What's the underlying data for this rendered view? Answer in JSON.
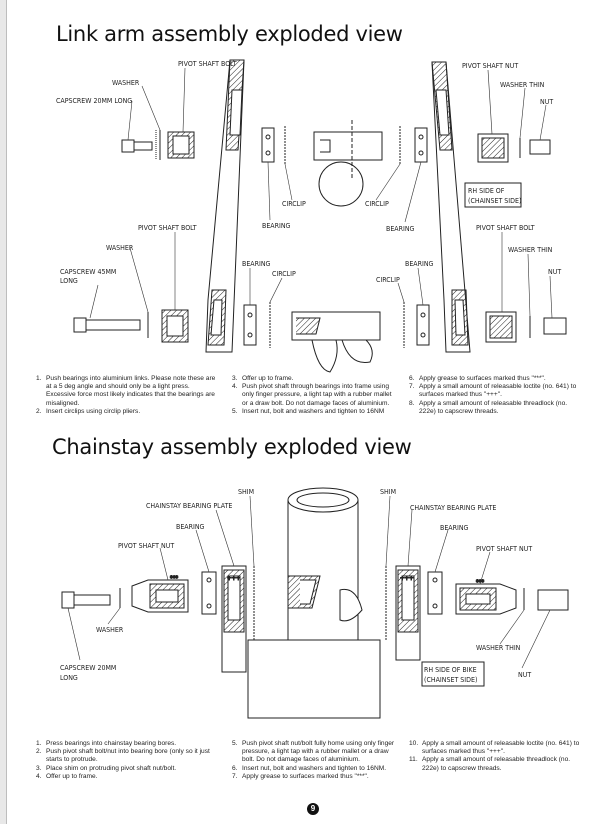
{
  "section1": {
    "title": "Link arm assembly exploded view",
    "labels": {
      "pivot_shaft_bolt_top": "PIVOT SHAFT BOLT",
      "washer_top": "WASHER",
      "capscrew_top": "CAPSCREW 20MM LONG",
      "pivot_shaft_nut_top": "PIVOT SHAFT NUT",
      "washer_thin_top": "WASHER THIN",
      "nut_top": "NUT",
      "circlip_top_left": "CIRCLIP",
      "circlip_top_right": "CIRCLIP",
      "bearing_top_left": "BEARING",
      "bearing_top_right": "BEARING",
      "rh_side_line1": "RH SIDE OF",
      "rh_side_line2": "(CHAINSET SIDE)",
      "pivot_shaft_bolt_bottom": "PIVOT SHAFT BOLT",
      "washer_bottom": "WASHER",
      "capscrew_bottom_line1": "CAPSCREW 45MM",
      "capscrew_bottom_line2": "LONG",
      "bearing_bottom_left": "BEARING",
      "circlip_bottom_left": "CIRCLIP",
      "bearing_bottom_right": "BEARING",
      "circlip_bottom_right": "CIRCLIP",
      "pivot_shaft_bolt_bottom_right": "PIVOT SHAFT BOLT",
      "washer_thin_bottom": "WASHER THIN",
      "nut_bottom": "NUT"
    },
    "notes_col1": [
      {
        "num": "1.",
        "text": "Push bearings into aluminium links. Please note these are at a 5 deg angle and should only be a light press. Excessive force most likely indicates that the bearings are misaligned."
      },
      {
        "num": "2.",
        "text": "Insert circlips using circlip pliers."
      }
    ],
    "notes_col2": [
      {
        "num": "3.",
        "text": "Offer up to frame."
      },
      {
        "num": "4.",
        "text": "Push pivot shaft through bearings into frame using only finger pressure, a light tap with a rubber mallet or a draw bolt. Do not damage faces of aluminium."
      },
      {
        "num": "5.",
        "text": "Insert nut, bolt and washers and tighten to 16NM"
      }
    ],
    "notes_col3": [
      {
        "num": "6.",
        "text": "Apply grease to surfaces marked thus \"***\"."
      },
      {
        "num": "7.",
        "text": "Apply a small amount of releasable loctite (no. 641) to surfaces marked thus \"+++\"."
      },
      {
        "num": "8.",
        "text": "Apply a small amount of releasable threadlock (no. 222e) to capscrew threads."
      }
    ]
  },
  "section2": {
    "title": "Chainstay assembly exploded view",
    "labels": {
      "shim_left": "SHIM",
      "shim_right": "SHIM",
      "chainstay_bearing_plate_left": "CHAINSTAY BEARING PLATE",
      "chainstay_bearing_plate_right": "CHAINSTAY BEARING PLATE",
      "bearing_left": "BEARING",
      "bearing_right": "BEARING",
      "pivot_shaft_nut_left": "PIVOT SHAFT NUT",
      "pivot_shaft_nut_right": "PIVOT SHAFT NUT",
      "washer_left": "WASHER",
      "capscrew_line1": "CAPSCREW 20MM",
      "capscrew_line2": "LONG",
      "washer_thin_right": "WASHER THIN",
      "rh_side_line1": "RH SIDE OF BIKE",
      "rh_side_line2": "(CHAINSET SIDE)",
      "nut_right": "NUT"
    },
    "notes_col1": [
      {
        "num": "1.",
        "text": "Press bearings into chainstay bearing bores."
      },
      {
        "num": "2.",
        "text": "Push pivot shaft bolt/nut into bearing bore (only so it just starts to protrude."
      },
      {
        "num": "3.",
        "text": "Place shim on protruding pivot shaft nut/bolt."
      },
      {
        "num": "4.",
        "text": "Offer up to frame."
      }
    ],
    "notes_col2": [
      {
        "num": "5.",
        "text": "Push pivot shaft nut/bolt fully home using only finger pressure, a light tap with a rubber mallet or a draw bolt. Do not damage faces of aluminium."
      },
      {
        "num": "6.",
        "text": "Insert nut, bolt and washers and tighten to 16NM."
      },
      {
        "num": "7.",
        "text": "Apply grease to surfaces marked thus \"***\"."
      }
    ],
    "notes_col3": [
      {
        "num": "10.",
        "text": "Apply a small amount of releasable loctite (no. 641) to surfaces marked thus \"+++\"."
      },
      {
        "num": "11.",
        "text": "Apply a small amount of releasable threadlock (no. 222e) to capscrew threads."
      }
    ]
  },
  "page": {
    "number": "9"
  }
}
